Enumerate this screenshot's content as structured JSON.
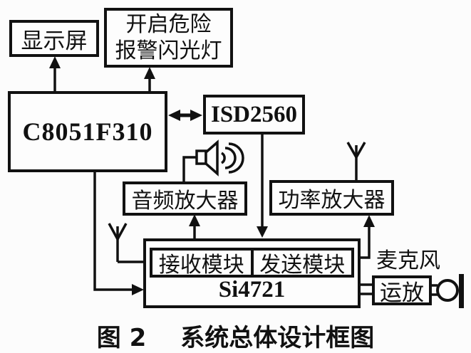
{
  "diagram": {
    "caption": {
      "figure_no": "图 2",
      "title": "系统总体设计框图"
    },
    "blocks": {
      "display": {
        "label": "显示屏"
      },
      "hazard": {
        "label_line1": "开启危险",
        "label_line2": "报警闪光灯"
      },
      "mcu": {
        "label": "C8051F310"
      },
      "isd": {
        "label": "ISD2560"
      },
      "audio_amp": {
        "label": "音频放大器"
      },
      "power_amp": {
        "label": "功率放大器"
      },
      "si4721": {
        "label": "Si4721",
        "rx_module": "接收模块",
        "tx_module": "发送模块"
      },
      "opamp": {
        "label": "运放"
      }
    },
    "labels": {
      "microphone": "麦克风"
    },
    "icons": [
      "antenna-icon-left",
      "antenna-icon-right",
      "speaker-icon",
      "microphone-icon"
    ],
    "connections": [
      "C8051F310 -> 显示屏",
      "C8051F310 -> 开启危险报警闪光灯",
      "C8051F310 <-> ISD2560",
      "ISD2560 -> Si4721(发送模块)",
      "接收模块 -> 音频放大器",
      "发送模块 -> 功率放大器",
      "C8051F310 -> Si4721",
      "音频放大器 -> 扬声器",
      "天线 - 接收模块",
      "天线 - 功率放大器",
      "Si4721 - 运放 - 麦克风"
    ],
    "colors": {
      "line": "#111111",
      "background": "#fcfcfc"
    }
  }
}
